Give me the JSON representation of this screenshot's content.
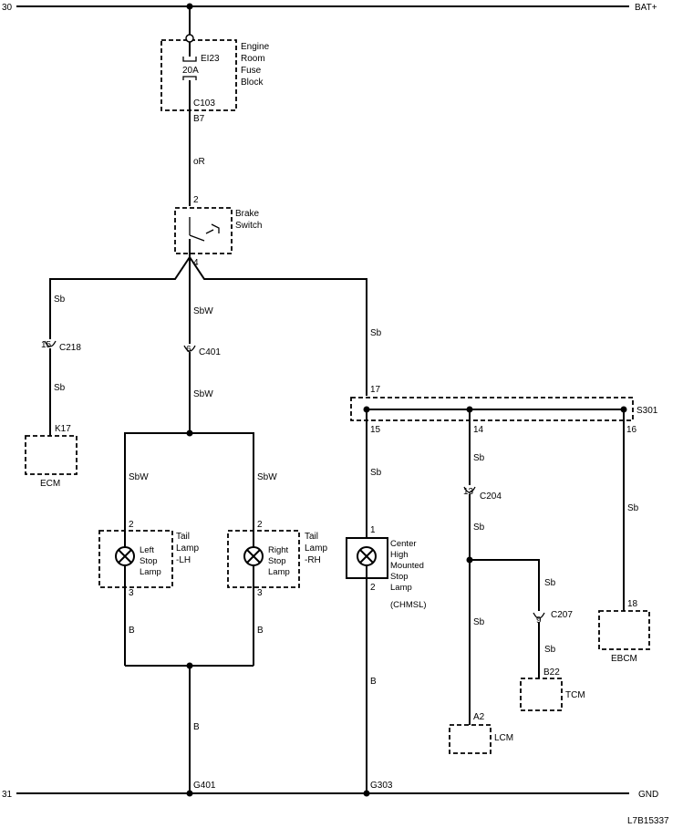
{
  "rails": {
    "top_left": "30",
    "top_right": "BAT+",
    "bottom_left": "31",
    "bottom_right": "GND"
  },
  "fuse": {
    "name": "EI23",
    "rating": "20A",
    "block_label": [
      "Engine",
      "Room",
      "Fuse",
      "Block"
    ],
    "connector": "C103",
    "pin": "B7"
  },
  "wire_colors": {
    "fuse_to_switch": "oR",
    "left_branch": "Sb",
    "left_branch_lower": "Sb",
    "center_branch": "SbW",
    "center_branch_lower": "SbW",
    "right_branch": "Sb",
    "tail_lh_upper": "SbW",
    "tail_rh_upper": "SbW",
    "tail_lh_lower": "B",
    "tail_rh_lower": "B",
    "ground_left": "B",
    "chmsl_upper": "Sb",
    "chmsl_lower": "B",
    "s301_14_upper": "Sb",
    "s301_14_lower": "Sb",
    "lcm_wire": "Sb",
    "tcm_upper": "Sb",
    "tcm_lower": "Sb",
    "ebcm_wire": "Sb"
  },
  "brake_switch": {
    "label": [
      "Brake",
      "Switch"
    ],
    "pin_in": "2",
    "pin_out": "4"
  },
  "connectors": {
    "c218": {
      "name": "C218",
      "pin": "15"
    },
    "c401": {
      "name": "C401",
      "pin": "6"
    },
    "c204": {
      "name": "C204",
      "pin": "13"
    },
    "c207": {
      "name": "C207",
      "pin": "9"
    }
  },
  "ecm": {
    "name": "ECM",
    "pin": "K17"
  },
  "splice": {
    "name": "S301",
    "pin_in": "17",
    "pin_chmsl": "15",
    "pin_c204": "14",
    "pin_ebcm": "16"
  },
  "tail_lh": {
    "lamp_label": [
      "Left",
      "Stop",
      "Lamp"
    ],
    "outer_label": [
      "Tail",
      "Lamp",
      "-LH"
    ],
    "pin_top": "2",
    "pin_bottom": "3"
  },
  "tail_rh": {
    "lamp_label": [
      "Right",
      "Stop",
      "Lamp"
    ],
    "outer_label": [
      "Tail",
      "Lamp",
      "-RH"
    ],
    "pin_top": "2",
    "pin_bottom": "3"
  },
  "chmsl": {
    "label": [
      "Center",
      "High",
      "Mounted",
      "Stop",
      "Lamp",
      "(CHMSL)"
    ],
    "pin_top": "1",
    "pin_bottom": "2"
  },
  "ebcm": {
    "name": "EBCM",
    "pin": "18"
  },
  "tcm": {
    "name": "TCM",
    "pin": "B22"
  },
  "lcm": {
    "name": "LCM",
    "pin": "A2"
  },
  "grounds": {
    "left": "G401",
    "right": "G303"
  },
  "diagram_id": "L7B15337"
}
